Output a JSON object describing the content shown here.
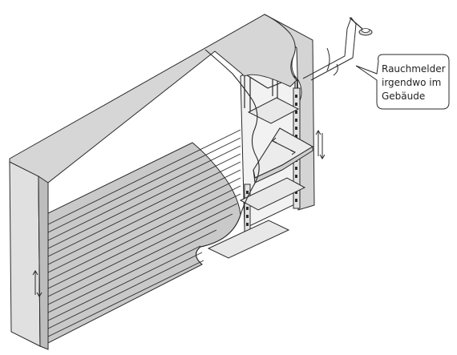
{
  "callout": {
    "lines": [
      "Rauchmelder",
      "irgendwo im",
      "Gebäude"
    ]
  },
  "colors": {
    "line": "#2a2a2a",
    "face": "#c9c9c9",
    "face_light": "#dedede",
    "shelf": "#e8e8e8",
    "background": "#ffffff"
  }
}
